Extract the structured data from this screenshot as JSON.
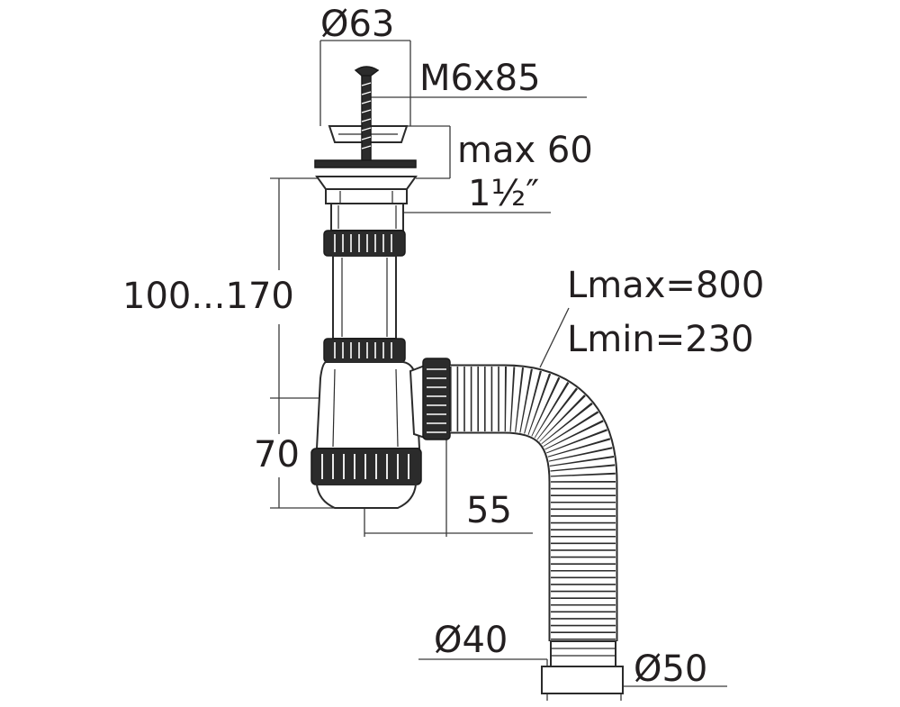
{
  "labels": {
    "diameter_top": "Ø63",
    "screw": "M6x85",
    "max_thickness": "max 60",
    "thread": "1½″",
    "height_range": "100...170",
    "flex_max": "Lmax=800",
    "flex_min": "Lmin=230",
    "bowl_height": "70",
    "offset": "55",
    "outlet_inner": "Ø40",
    "outlet_outer": "Ø50"
  },
  "colors": {
    "line": "#2b2b2b",
    "text": "#231f20"
  }
}
